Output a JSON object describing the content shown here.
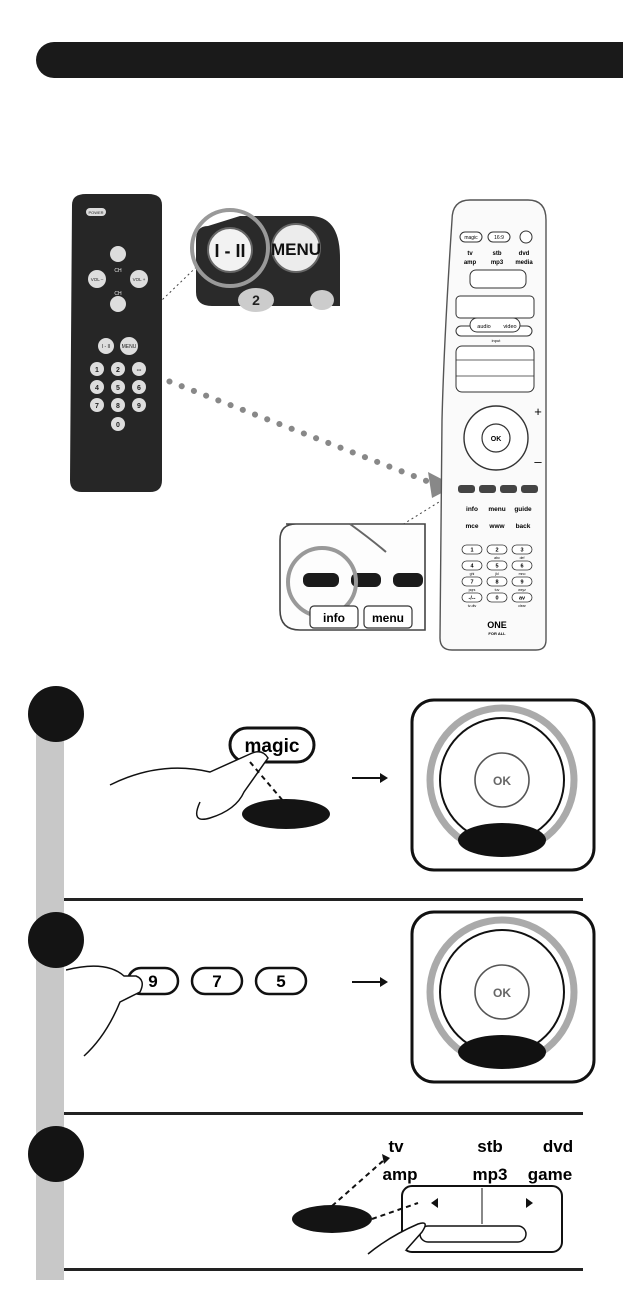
{
  "old_remote": {
    "power_label": "POWER",
    "ch_label": "CH",
    "vol_minus_label": "VOL –",
    "vol_plus_label": "VOL +",
    "i_ii_label": "I - II",
    "menu_label": "MENU",
    "keys": [
      "1",
      "2",
      "--",
      "4",
      "5",
      "6",
      "7",
      "8",
      "9",
      "0"
    ]
  },
  "zoom_top": {
    "i_ii_label": "I - II",
    "menu_label": "MENU",
    "partial_key": "2"
  },
  "urc": {
    "row1": [
      "magic",
      "16:9"
    ],
    "device_row1": [
      "tv",
      "stb",
      "dvd"
    ],
    "device_row2": [
      "amp",
      "mp3",
      "media"
    ],
    "audio_label": "audio",
    "video_label": "video",
    "input_label": "input",
    "ok_label": "OK",
    "plus_label": "+",
    "minus_label": "–",
    "func_row1": [
      "info",
      "menu",
      "guide"
    ],
    "func_row2": [
      "mce",
      "www",
      "back"
    ],
    "digits": [
      "1",
      "2",
      "3",
      "4",
      "5",
      "6",
      "7",
      "8",
      "9",
      "-/--",
      "0",
      "av"
    ],
    "digit_subs": [
      "",
      "abc",
      "def",
      "ghi",
      "jkl",
      "mno",
      "pqrs",
      "tuv",
      "wxyz",
      "tv-dtv",
      "",
      "clear"
    ],
    "brand_line1": "ONE",
    "brand_line2": "FOR ALL"
  },
  "zoom_bottom": {
    "info_label": "info",
    "menu_label": "menu"
  },
  "step1": {
    "key_label": "magic",
    "ok_label": "OK"
  },
  "step2": {
    "keys": [
      "9",
      "7",
      "5"
    ],
    "ok_label": "OK"
  },
  "step3": {
    "row1": [
      "tv",
      "stb",
      "dvd"
    ],
    "row2": [
      "amp",
      "mp3",
      "game"
    ]
  }
}
